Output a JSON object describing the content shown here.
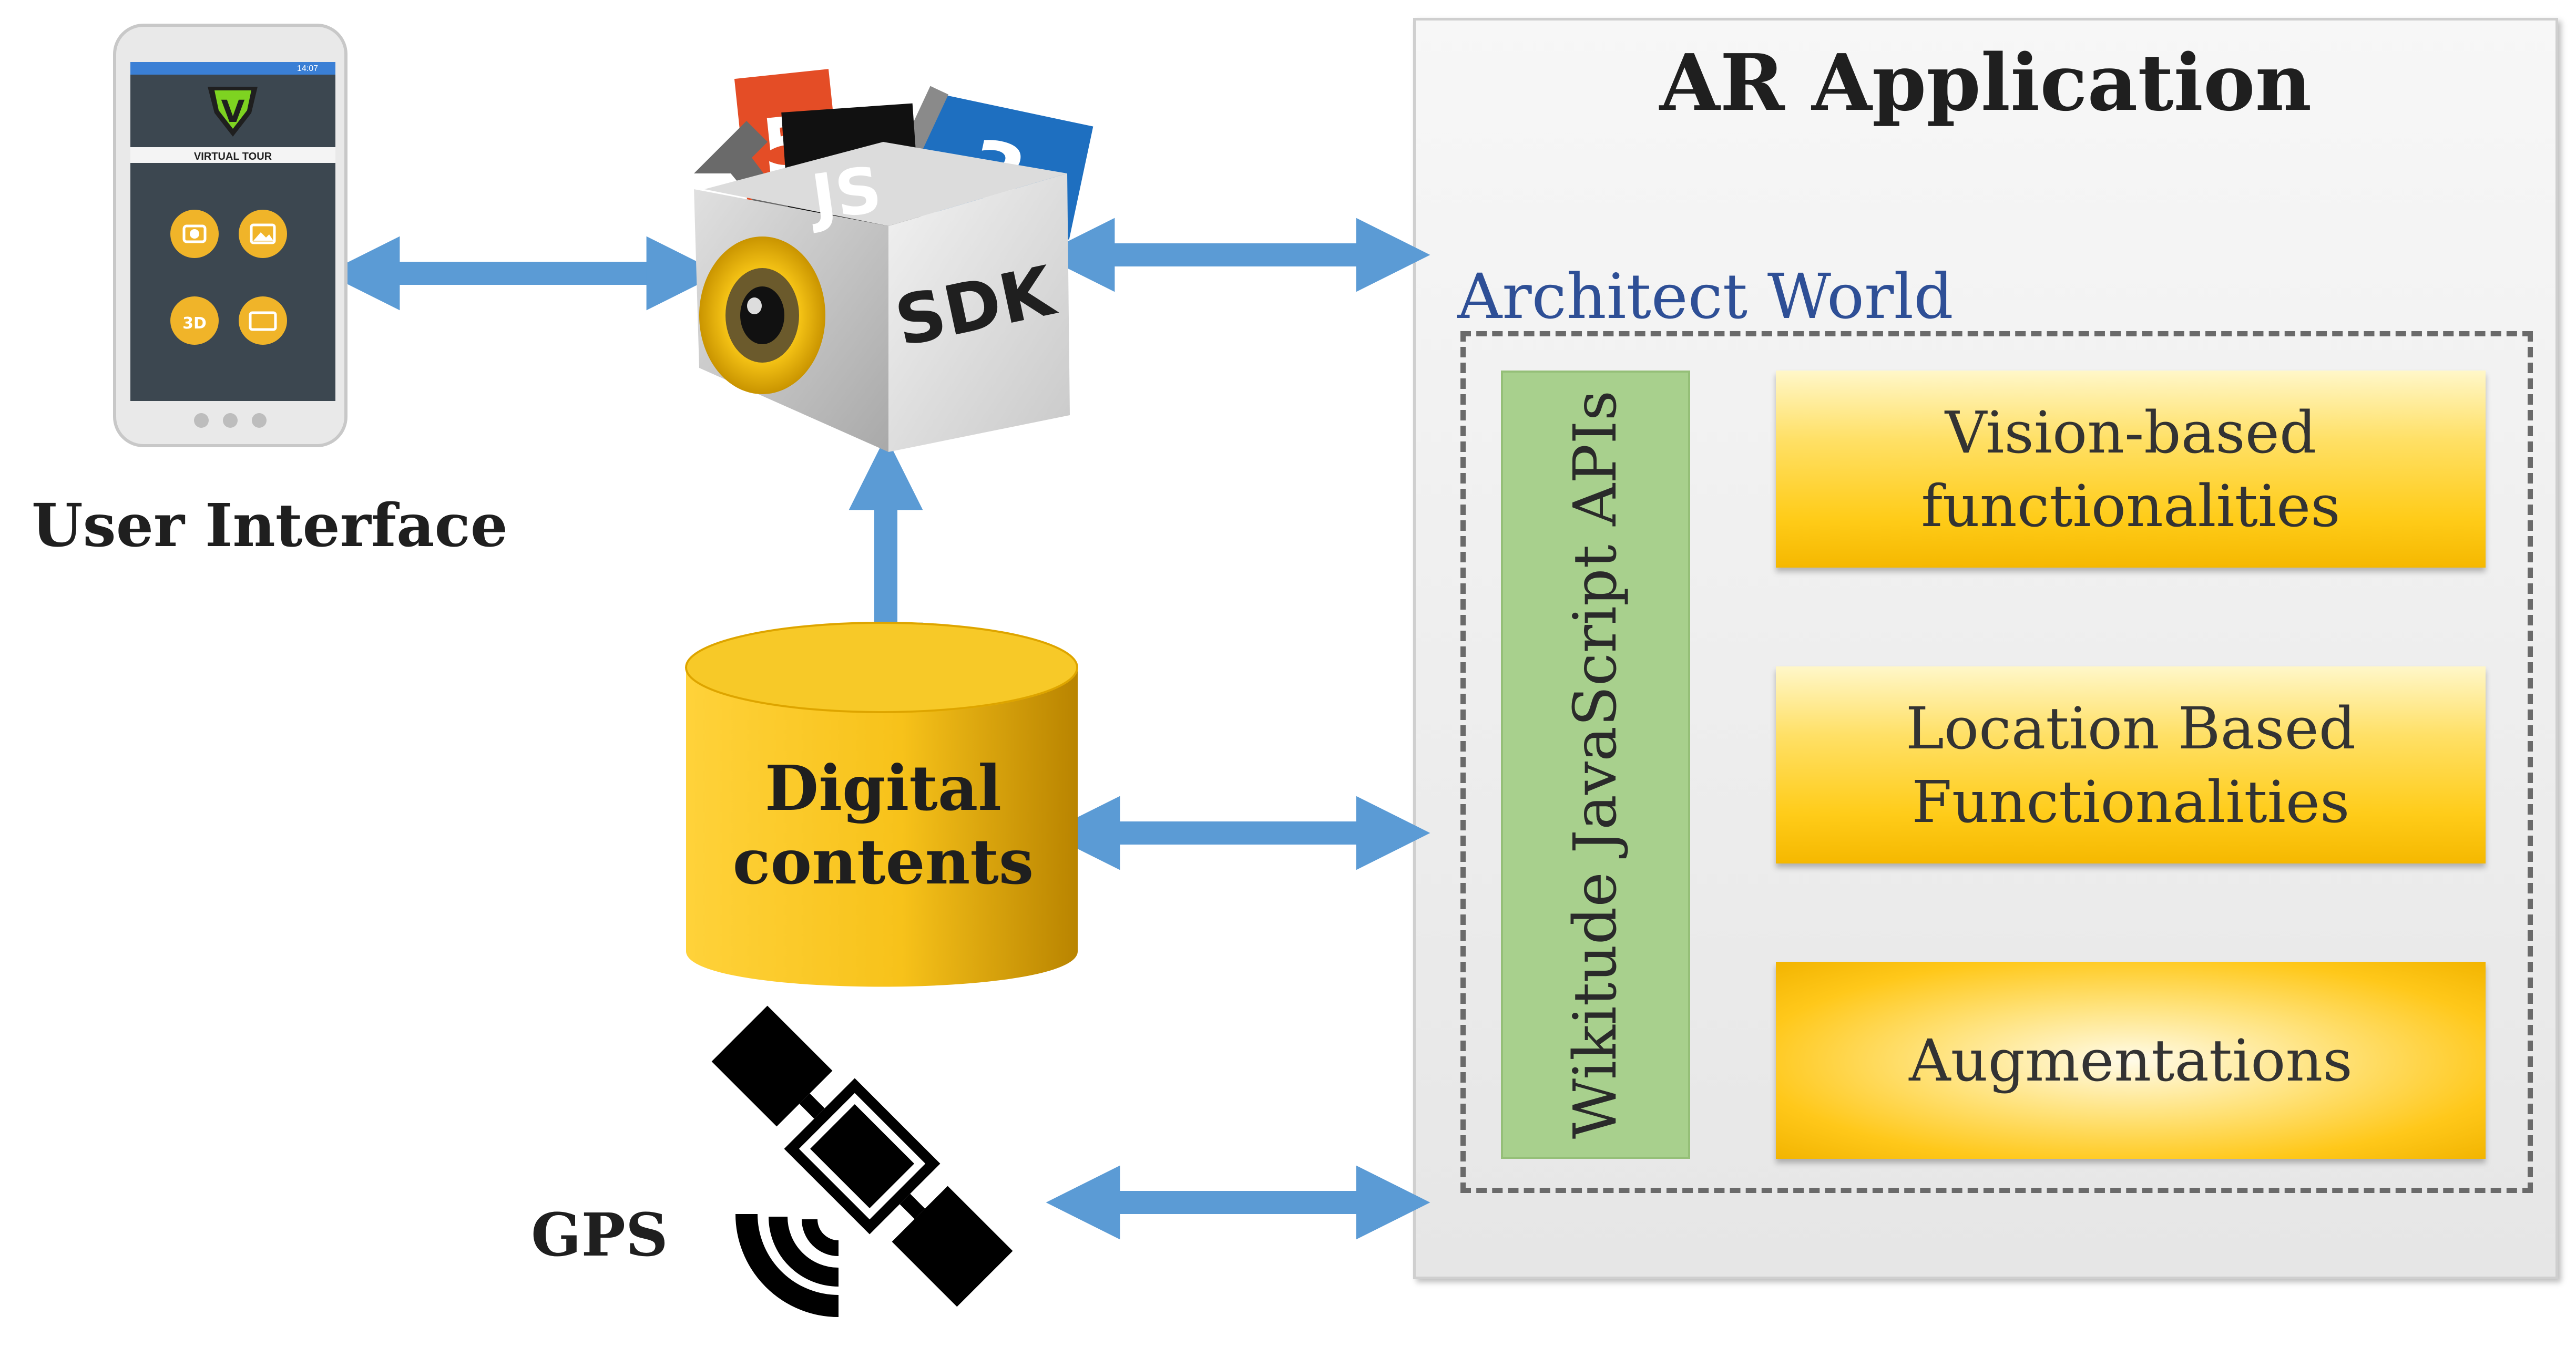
{
  "ar_application": {
    "title": "AR Application",
    "architect_world_label": "Architect World",
    "apis_label": "Wikitude JavaScript APIs",
    "functionalities": [
      {
        "label": "Vision-based\nfunctionalities"
      },
      {
        "label": "Location Based\nFunctionalities"
      },
      {
        "label": "Augmentations"
      }
    ]
  },
  "user_interface": {
    "label": "User Interface",
    "phone": {
      "app_title": "VIRTUAL TOUR",
      "status_time": "14:07",
      "logo_letter": "V",
      "icon_3d": "3D"
    }
  },
  "sdk": {
    "label": "SDK",
    "js_label": "JS"
  },
  "digital_contents": {
    "label": "Digital\ncontents"
  },
  "gps": {
    "label": "GPS"
  },
  "colors": {
    "arrow": "#5b9bd5",
    "api_bar": "#a8d08d",
    "functionality_box": "#ffcc19",
    "architect_label": "#2e4f96",
    "database": "#f2bb1d"
  }
}
